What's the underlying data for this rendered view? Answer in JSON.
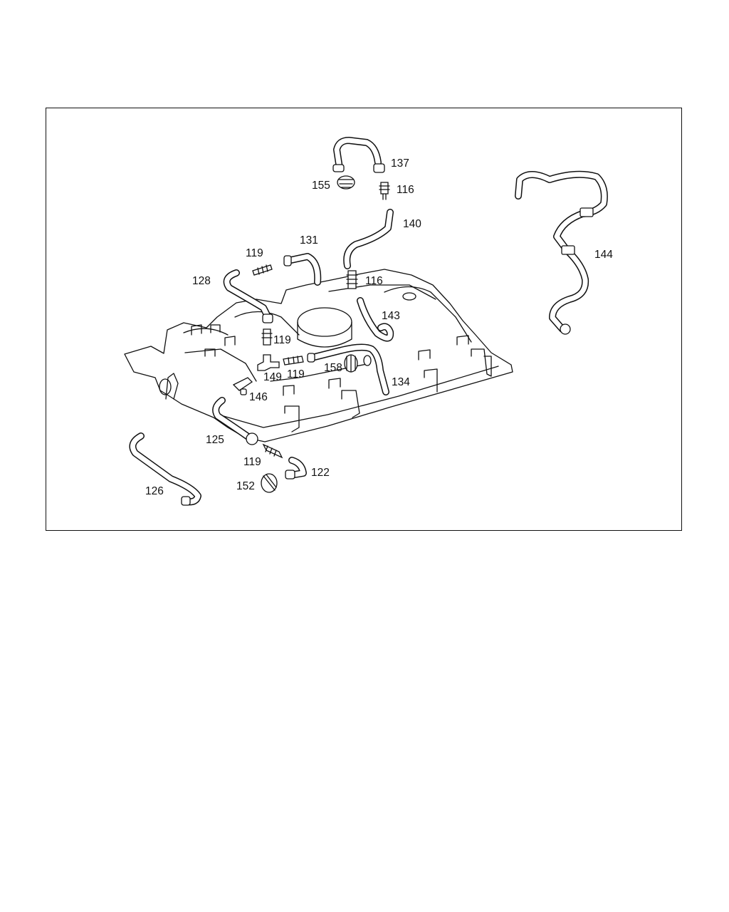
{
  "diagram": {
    "frame_color": "#111111",
    "callouts": [
      {
        "id": "137",
        "text": "137"
      },
      {
        "id": "155",
        "text": "155"
      },
      {
        "id": "116a",
        "text": "116"
      },
      {
        "id": "140",
        "text": "140"
      },
      {
        "id": "131",
        "text": "131"
      },
      {
        "id": "119a",
        "text": "119"
      },
      {
        "id": "128",
        "text": "128"
      },
      {
        "id": "116b",
        "text": "116"
      },
      {
        "id": "144",
        "text": "144"
      },
      {
        "id": "143",
        "text": "143"
      },
      {
        "id": "119b",
        "text": "119"
      },
      {
        "id": "158",
        "text": "158"
      },
      {
        "id": "149",
        "text": "149"
      },
      {
        "id": "119c",
        "text": "119"
      },
      {
        "id": "134",
        "text": "134"
      },
      {
        "id": "146",
        "text": "146"
      },
      {
        "id": "125",
        "text": "125"
      },
      {
        "id": "119d",
        "text": "119"
      },
      {
        "id": "122",
        "text": "122"
      },
      {
        "id": "152",
        "text": "152"
      },
      {
        "id": "126",
        "text": "126"
      }
    ]
  }
}
